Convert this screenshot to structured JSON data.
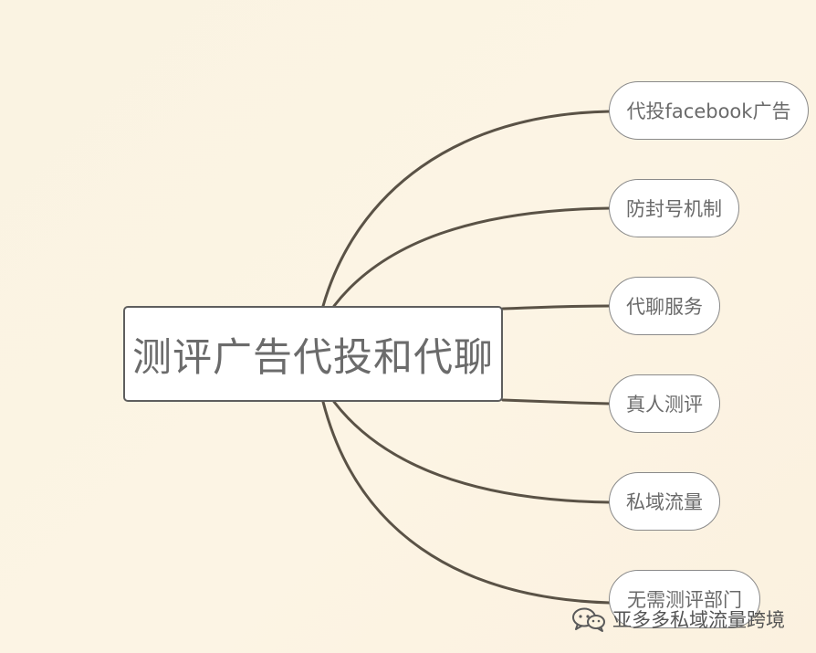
{
  "diagram": {
    "root": {
      "label": "测评广告代投和代聊"
    },
    "branches": [
      {
        "label": "代投facebook广告"
      },
      {
        "label": "防封号机制"
      },
      {
        "label": "代聊服务"
      },
      {
        "label": "真人测评"
      },
      {
        "label": "私域流量"
      },
      {
        "label": "无需测评部门"
      }
    ]
  },
  "watermark": {
    "text": "亚多多私域流量跨境",
    "icon": "wechat-bubble-icon"
  },
  "colors": {
    "background": "#FBF3E0",
    "connector": "#5A5246",
    "node_fill": "#FFFFFF",
    "node_border": "#8A8A8A",
    "text": "#6A6A6A"
  }
}
